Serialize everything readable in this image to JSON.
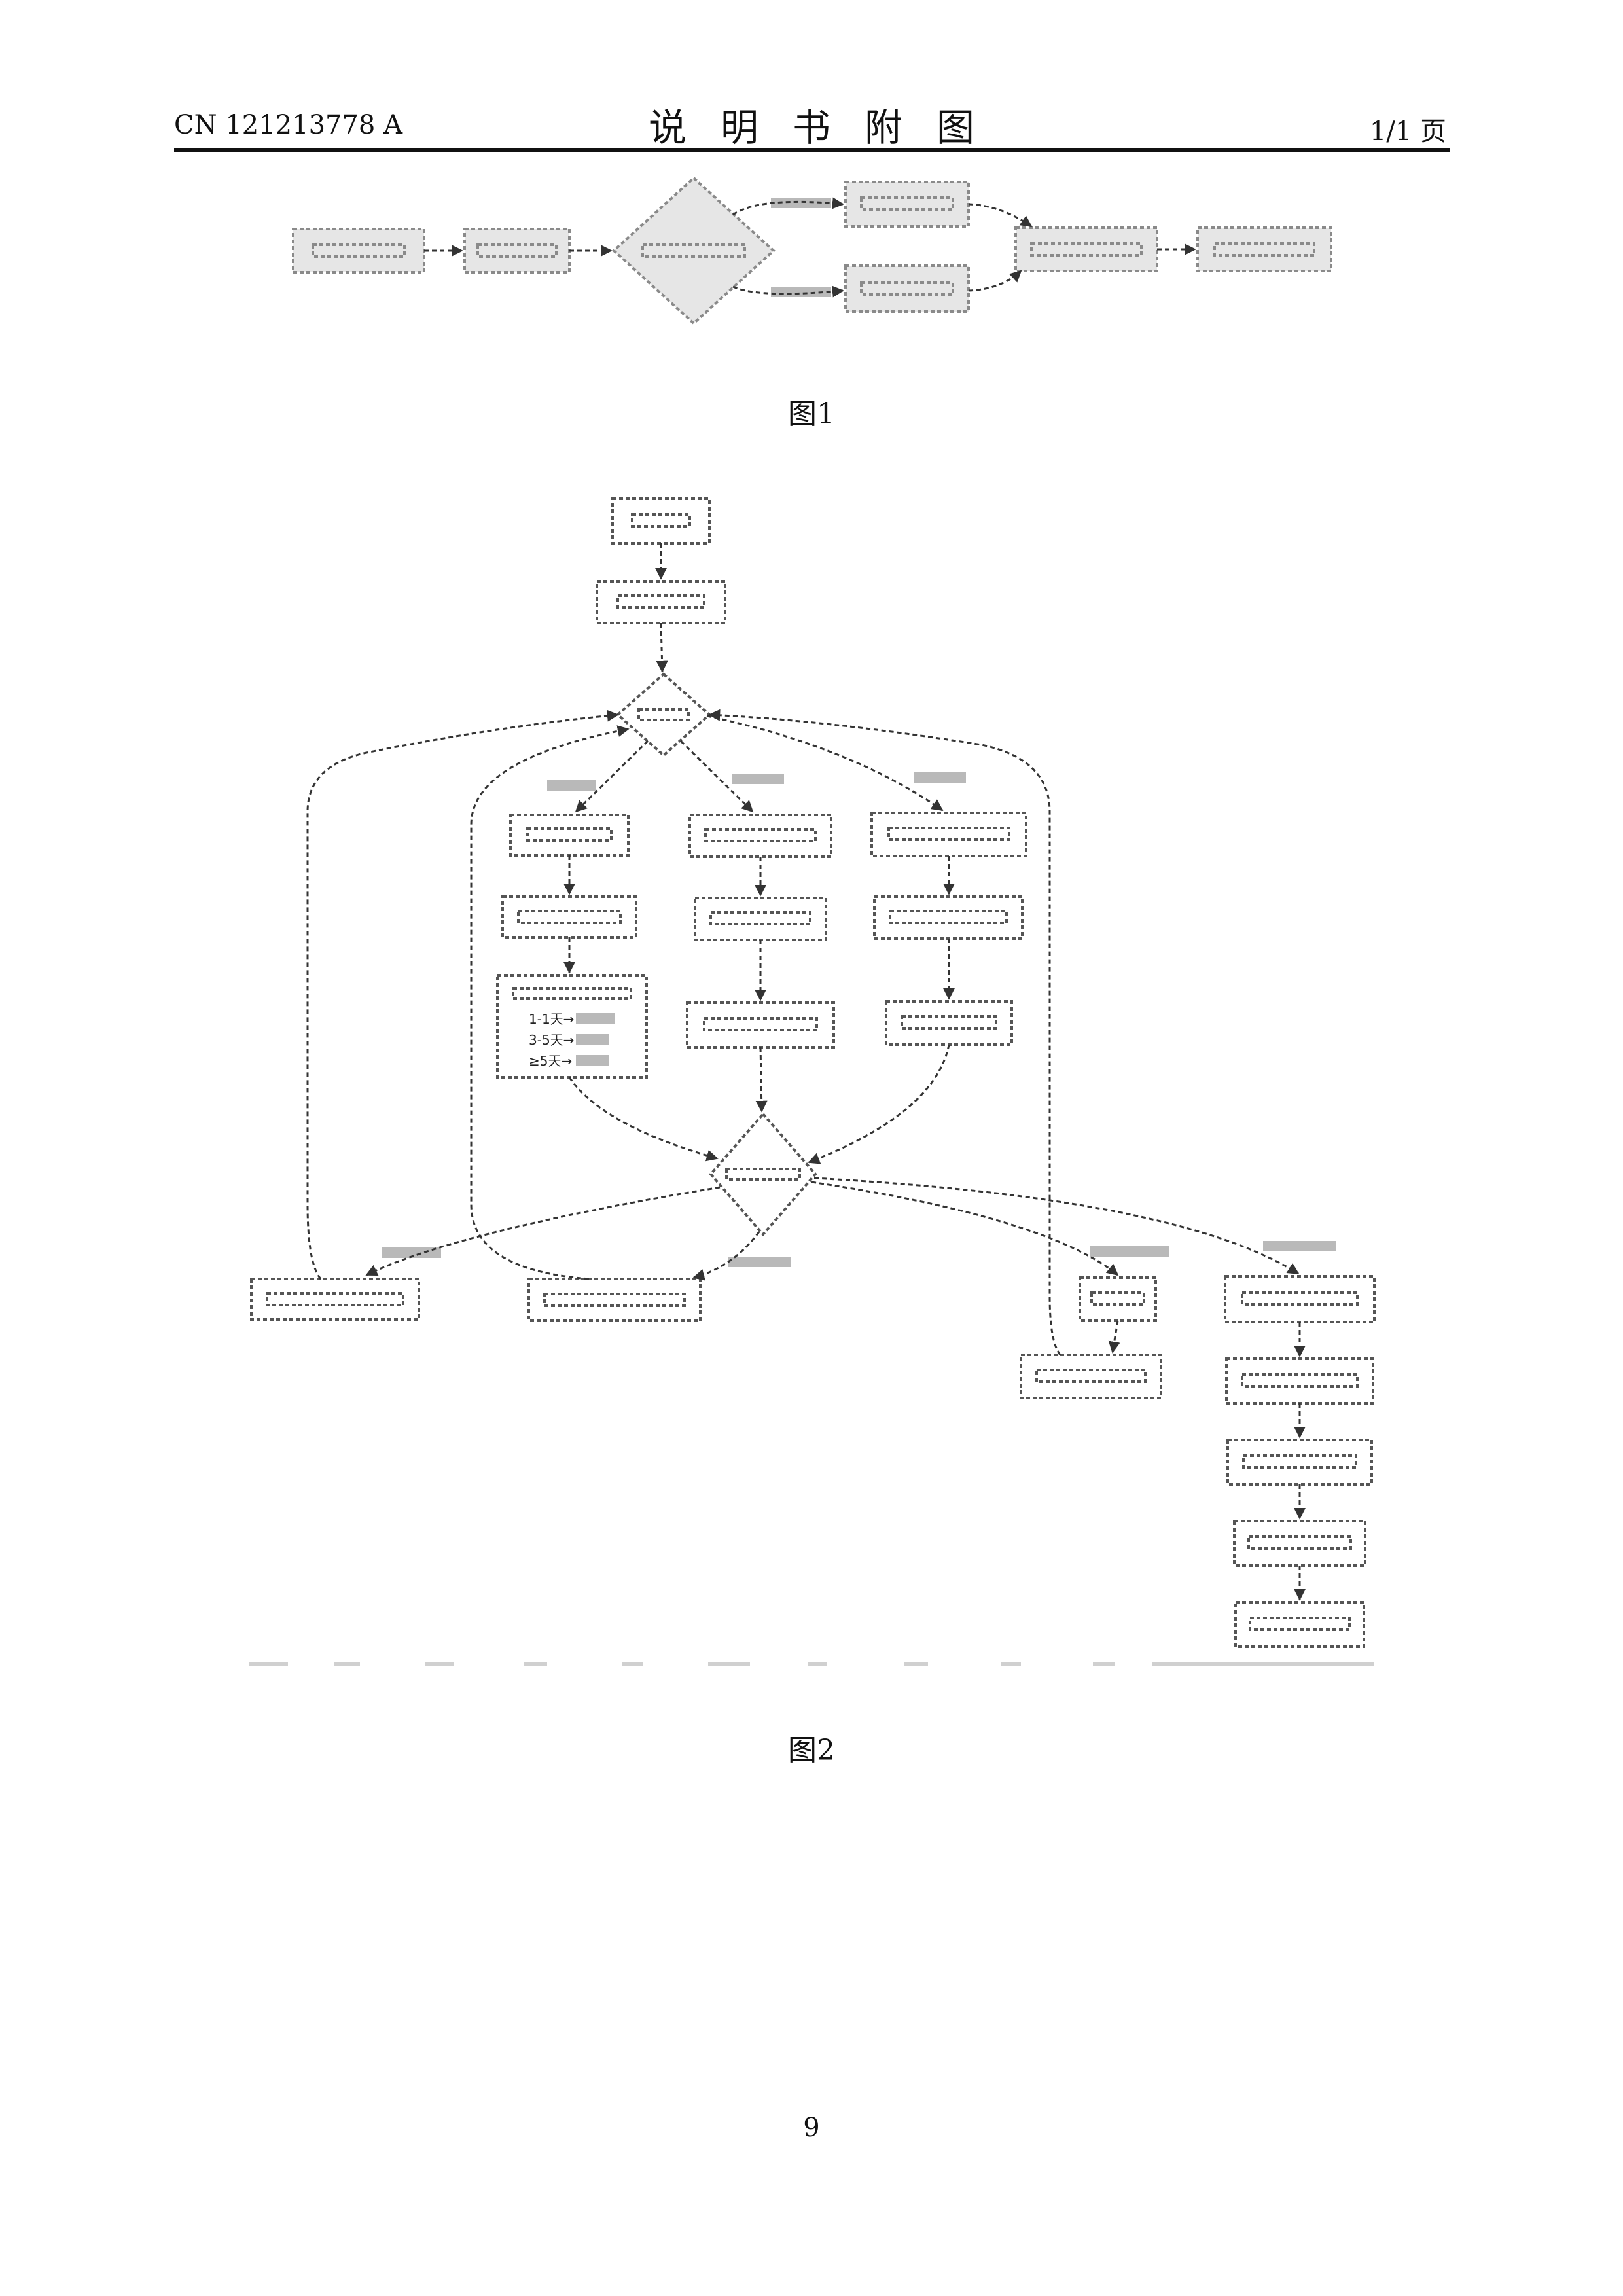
{
  "header": {
    "patent_number": "CN 121213778 A",
    "title": "说明书附图",
    "page_of": "1/1 页"
  },
  "figure1": {
    "caption": "图1"
  },
  "figure2": {
    "caption": "图2",
    "legible_box": {
      "lines": [
        "1-1天→",
        "3-5天→",
        "≥5天→"
      ]
    }
  },
  "page_number": "9"
}
